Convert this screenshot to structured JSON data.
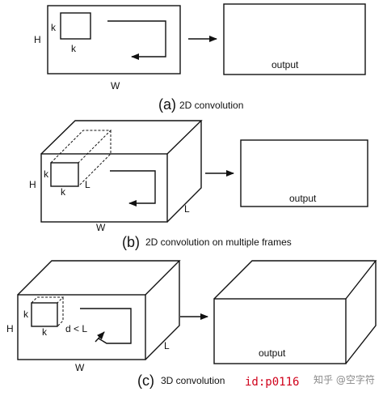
{
  "panels": {
    "a": {
      "caption_letter": "(a)",
      "caption_text": "2D convolution",
      "dim_h": "H",
      "dim_w": "W",
      "kernel_k_left": "k",
      "kernel_k_bottom": "k",
      "output_label": "output"
    },
    "b": {
      "caption_letter": "(b)",
      "caption_text": "2D convolution on multiple frames",
      "dim_h": "H",
      "dim_w": "W",
      "dim_l": "L",
      "kernel_k_left": "k",
      "kernel_k_bottom": "k",
      "kernel_l": "L",
      "output_label": "output"
    },
    "c": {
      "caption_letter": "(c)",
      "caption_text": "3D convolution",
      "dim_h": "H",
      "dim_w": "W",
      "dim_l": "L",
      "kernel_k_left": "k",
      "kernel_k_bottom": "k",
      "kernel_d": "d < L",
      "output_label": "output"
    }
  },
  "watermark": {
    "id_text": "id:p0116",
    "zhihu_text": "知乎 @空字符"
  }
}
